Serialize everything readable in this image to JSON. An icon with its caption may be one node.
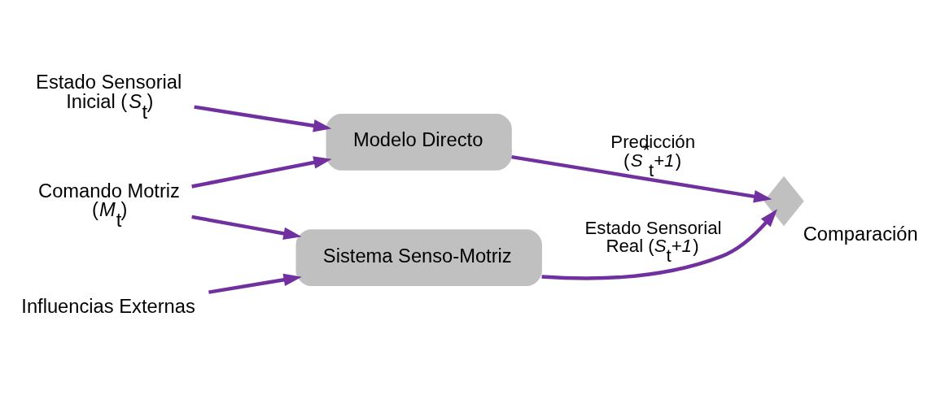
{
  "diagram": {
    "nodes": [
      {
        "text": [
          "Estado Sensorial Inicial (*S*$_{t}$)"
        ]
      },
      {
        "text": [
          "Comando Motriz (*M*$_{t}$)"
        ]
      },
      {
        "text": [
          "Modelo Directo"
        ]
      },
      {
        "text": [
          "Sistema Senso-Motriz"
        ]
      },
      {
        "text": [],
        "shape": "diamond",
        "beside": [
          "Comparación"
        ]
      },
      {
        "text": [
          "Influencias Externas"
        ]
      }
    ],
    "edges": [
      {
        "from": 0,
        "to": 2,
        "arrow": "to"
      },
      {
        "from": 1,
        "to": 2,
        "arrow": "to"
      },
      {
        "from": 1,
        "to": 3,
        "arrow": "to"
      },
      {
        "from": 5,
        "to": 3,
        "arrow": "to"
      },
      {
        "from": 2,
        "to": 4,
        "arrow": "to",
        "label": "Predicción (*S*$^{*}$$_{t}$*+1*)"
      },
      {
        "from": 3,
        "to": 4,
        "arrow": "to",
        "label": "Estado Sensorial Real (*S*$_{t}$*+1*)"
      }
    ]
  }
}
